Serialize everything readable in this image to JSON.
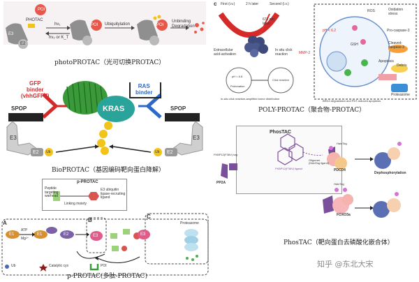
{
  "photoprotac": {
    "poi": "POI",
    "photac": "PHOTAC",
    "hv1": "hν₁",
    "hv2": "hν₂ or K_T",
    "e3": "E3",
    "e2": "E2",
    "ubiquitylation": "Ubiquitylation",
    "unbinding_degradation": "Unbinding\nDegradation",
    "caption": "photoPROTAC（光可切换PROTAC）"
  },
  "bioprotac": {
    "gfp_binder": "GFP\nbinder\n(vhhGFP4)",
    "ras_binder": "RAS\nbinder",
    "kras": "KRAS",
    "spop_left": "SPOP",
    "spop_right": "SPOP",
    "e3_left": "E3",
    "e3_right": "E3",
    "e2_left": "E2",
    "e2_right": "E2",
    "ub": "Ub",
    "caption": "BioPROTAC（基因编码靶向蛋白降解）"
  },
  "pprotac": {
    "title": "p-PROTAC",
    "peptide": "Peptide\ntargeting\nwarhead",
    "e3_ligand": "E3 ubiquitin\nligase-recruiting\nligand",
    "linking": "Linking moiety",
    "label_a": "A",
    "label_b": "B",
    "label_c": "C",
    "e1": "E1",
    "atp": "ATP",
    "mg": "Mg²⁺",
    "e2": "E2",
    "e3": "E3",
    "proteasome": "Proteasome",
    "ub_legend": "Ub",
    "cys_legend": "Catalytic cys",
    "poi_legend": "POI",
    "caption": "p-PROTAC(多肽-PROTAC)"
  },
  "polyprotac": {
    "label_c": "c",
    "first": "First (i.v.)",
    "later": "2 h later",
    "second": "Second (i.v.)",
    "laser": "671 nm\nlaser",
    "extracellular": "Extracellular\nacid-activation",
    "insitu": "In situ click\nreaction",
    "mmp2": "MMP-2",
    "ph1": "pH < 6.8",
    "protonation": "Protonation",
    "click": "Click reaction",
    "ph2": "pH < 6.2",
    "gsh": "GSH",
    "ros": "ROS",
    "oxidation": "Oxidation\nstress",
    "procasp": "Pro-caspase-3",
    "cleaved": "Cleaved-\ncaspase-3",
    "apoptosis": "Apoptosis",
    "debris": "Debris",
    "proteasome": "Proteasome",
    "bottom_left": "In-situ click reaction-amplified tumor distribution",
    "bottom_right": "BRD4 degradation and PDT-induced apoptosis",
    "caption": "POLY-PROTAC（聚合物-PROTAC）"
  },
  "phostac": {
    "title": "PhosTAC",
    "fkbp_tag": "FKBP12(F36V) tag",
    "fkbp_ligand": "FKBP12(F36V) ligand",
    "oligo": "Oligomer\n(HaloTag ligand)",
    "halotag1": "HaloTag",
    "halotag2": "HaloTag",
    "pp2a": "PP2A",
    "pdcd4": "PDCD4",
    "foxo3a": "FOXO3a",
    "dephos": "Dephosphorylation",
    "caption": "PhosTAC（靶向蛋白去磷酸化嵌合体）"
  },
  "watermark": "知乎 @东北大宋",
  "colors": {
    "poi_red": "#e8584a",
    "kras_teal": "#2aa39a",
    "gfp_green": "#3a9a3a",
    "ub_yellow": "#f2c318",
    "e3_gray": "#9a9a9a",
    "phostac_blue": "#5b6fb5",
    "phostac_purple": "#7a4f9c"
  }
}
